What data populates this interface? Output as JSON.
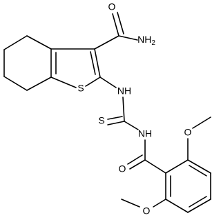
{
  "molecule": {
    "atoms": {
      "carboxamide_o": "O",
      "carboxamide_nh2": "NH",
      "carboxamide_nh2_sub": "2",
      "thiophene_s": "S",
      "amine_nh": "NH",
      "thiourea_s": "S",
      "thiourea_nh": "NH",
      "benzoyl_o": "O",
      "methoxy_top_o": "O",
      "methoxy_bottom_o": "O"
    }
  }
}
